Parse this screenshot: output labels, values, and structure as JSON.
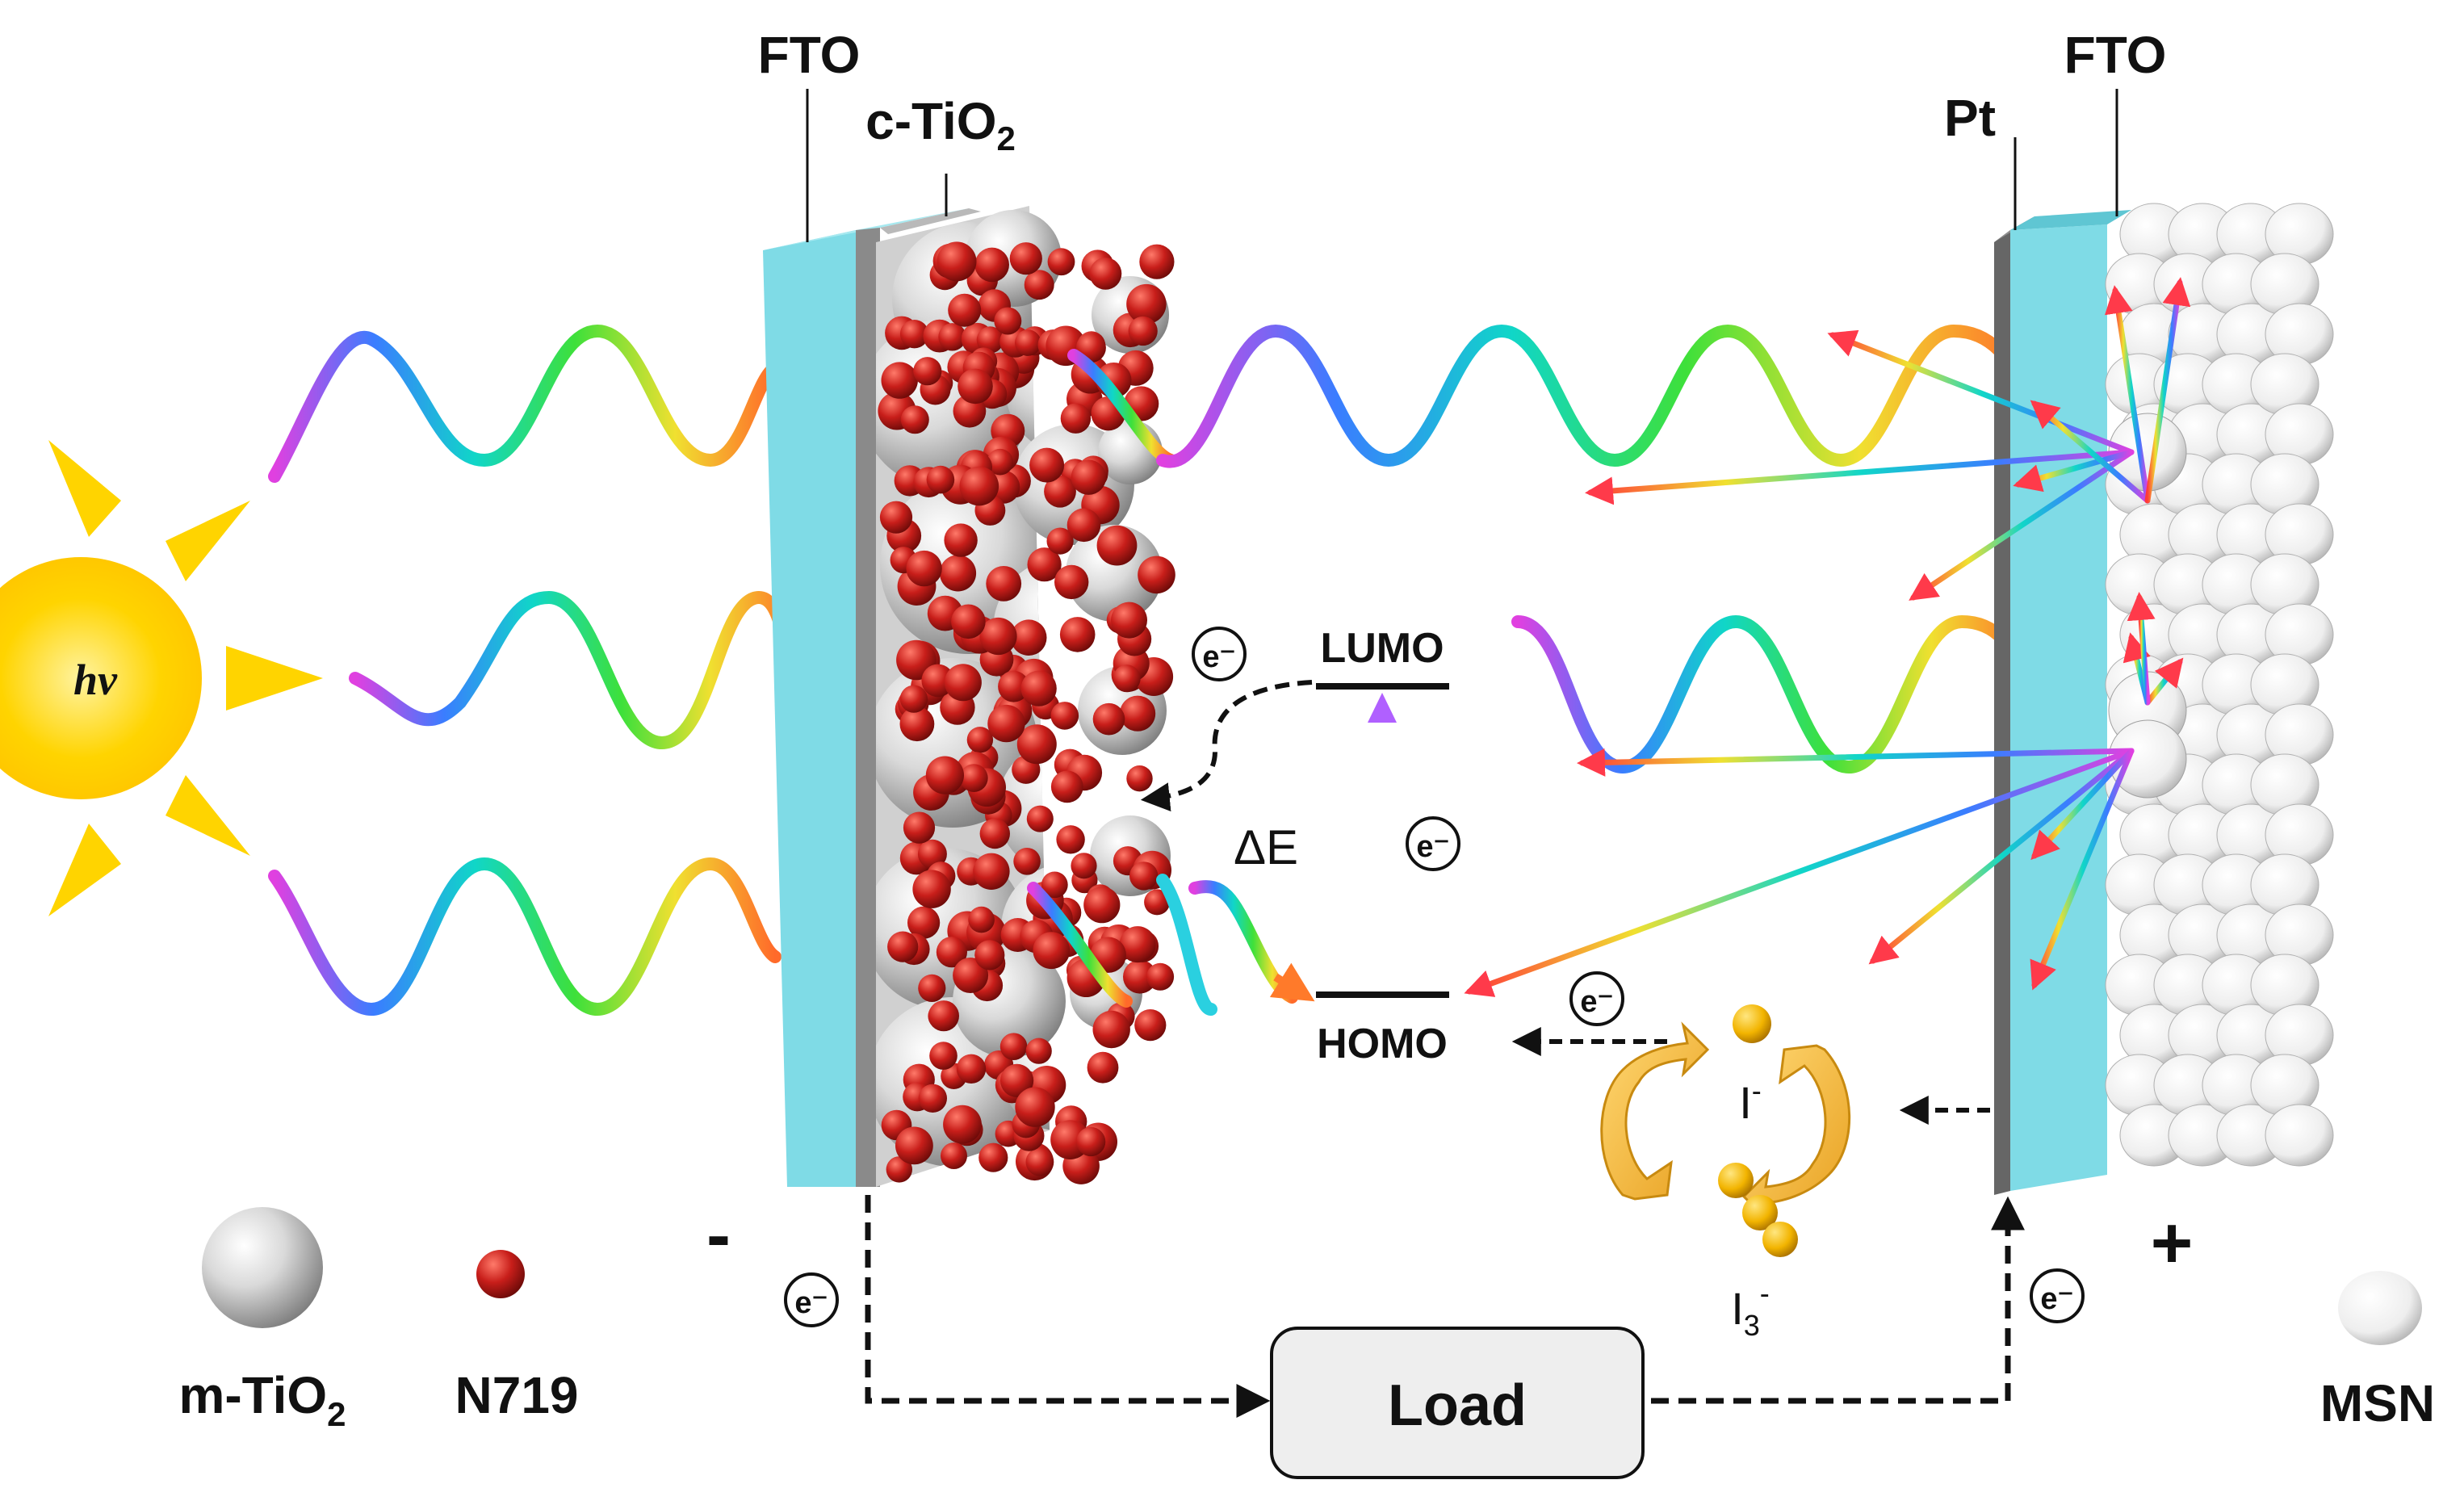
{
  "labels": {
    "fto_left": "FTO",
    "c_tio2_main": "c-TiO",
    "c_tio2_sub": "2",
    "pt": "Pt",
    "fto_right": "FTO",
    "hv": "hv",
    "lumo": "LUMO",
    "homo": "HOMO",
    "delta_e": "ΔE",
    "iodide_main": "I",
    "iodide_sup": "-",
    "triiodide_main": "I",
    "triiodide_sub": "3",
    "triiodide_sup": "-",
    "load": "Load",
    "minus": "-",
    "plus": "+",
    "electron": "e⁻",
    "legend_mtio2_main": "m-TiO",
    "legend_mtio2_sub": "2",
    "legend_n719": "N719",
    "legend_msn": "MSN"
  },
  "colors": {
    "fto": "#7fdbe6",
    "fto_side": "#a7e9f0",
    "pt_layer": "#6f6f6f",
    "tio2_particle": "#d8d8d8",
    "dye": "#c0201e",
    "sun": "#ffd400",
    "iodine": "#f2b400",
    "arrow": "#111111"
  }
}
